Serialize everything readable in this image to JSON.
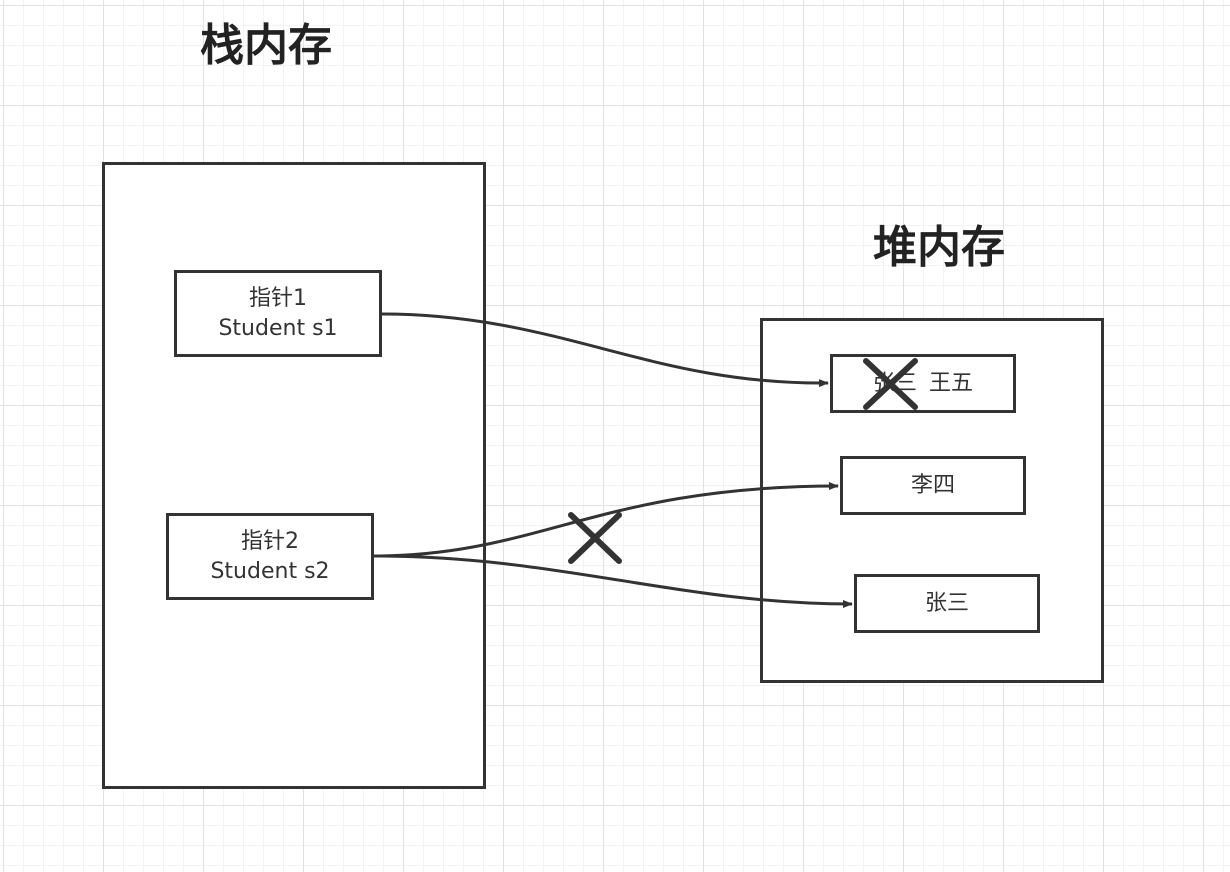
{
  "stack": {
    "title": "栈内存",
    "pointers": [
      {
        "label": "指针1",
        "variable": "Student s1"
      },
      {
        "label": "指针2",
        "variable": "Student s2"
      }
    ]
  },
  "heap": {
    "title": "堆内存",
    "objects": [
      {
        "old_value": "张三",
        "value": "王五"
      },
      {
        "value": "李四"
      },
      {
        "value": "张三"
      }
    ]
  },
  "references": [
    {
      "from": "指针1",
      "to": "王五",
      "crossed_out": false
    },
    {
      "from": "指针2",
      "to": "李四",
      "crossed_out": true
    },
    {
      "from": "指针2",
      "to": "张三",
      "crossed_out": false
    }
  ],
  "colors": {
    "stroke": "#333333",
    "grid": "#e2e2e2",
    "background": "#ffffff"
  }
}
